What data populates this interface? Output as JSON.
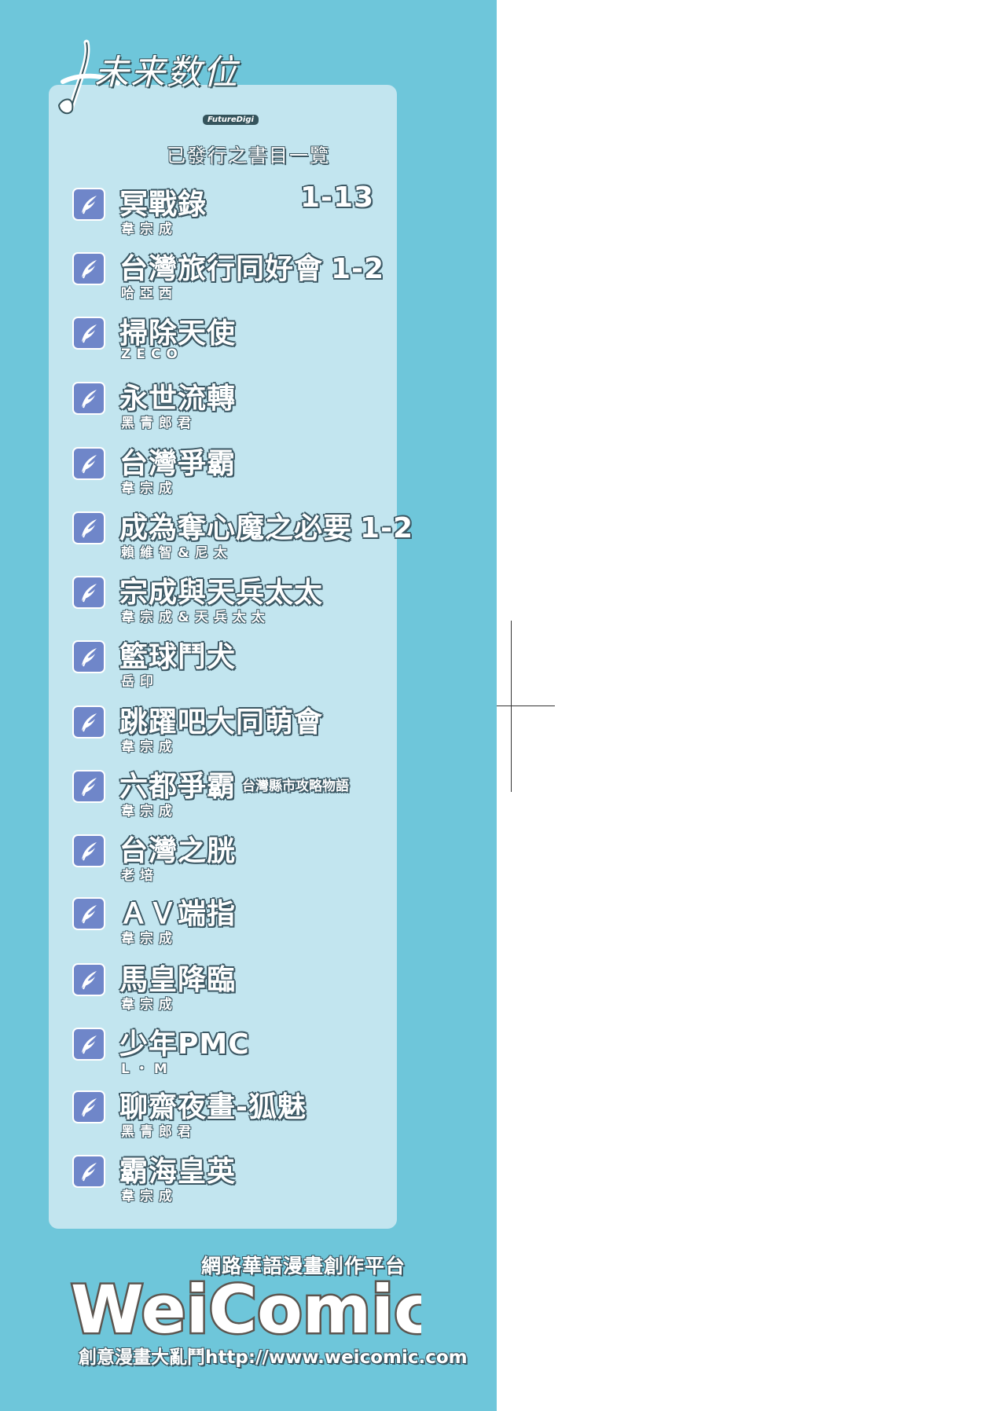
{
  "header": {
    "logo_text": "未来数位",
    "logo_sub": "FutureDigi",
    "heading": "已發行之書目一覽"
  },
  "books": [
    {
      "title": "冥戰錄",
      "volumes": "1-13",
      "author": "韋宗成"
    },
    {
      "title": "台灣旅行同好會",
      "volumes": "1-2",
      "author": "哈亞西"
    },
    {
      "title": "掃除天使",
      "author": "ZECO"
    },
    {
      "title": "永世流轉",
      "author": "黑青郎君"
    },
    {
      "title": "台灣爭霸",
      "author": "韋宗成"
    },
    {
      "title": "成為奪心魔之必要",
      "volumes": "1-2",
      "author": "賴維智&尼太"
    },
    {
      "title": "宗成與天兵太太",
      "author": "韋宗成&天兵太太"
    },
    {
      "title": "籃球鬥犬",
      "author": "岳印"
    },
    {
      "title": "跳躍吧大同萌會",
      "author": "韋宗成"
    },
    {
      "title": "六都爭霸",
      "subtitle": "台灣縣市攻略物語",
      "author": "韋宗成"
    },
    {
      "title": "台灣之胱",
      "author": "老培"
    },
    {
      "title": "ＡＶ端指",
      "author": "韋宗成"
    },
    {
      "title": "馬皇降臨",
      "author": "韋宗成"
    },
    {
      "title": "少年PMC",
      "author": "L・M"
    },
    {
      "title": "聊齋夜畫-狐魅",
      "author": "黑青郎君"
    },
    {
      "title": "霸海皇英",
      "author": "韋宗成"
    }
  ],
  "footer": {
    "platform": "網路華語漫畫創作平台",
    "brand": "WeiComic",
    "slogan": "創意漫畫大亂鬥http://www.weicomic.com"
  },
  "colors": {
    "panel": "#6ec6da",
    "inner_panel": "#c2e5ef",
    "icon_fill": "#6f86c9",
    "text_outline": "#3c5864"
  }
}
